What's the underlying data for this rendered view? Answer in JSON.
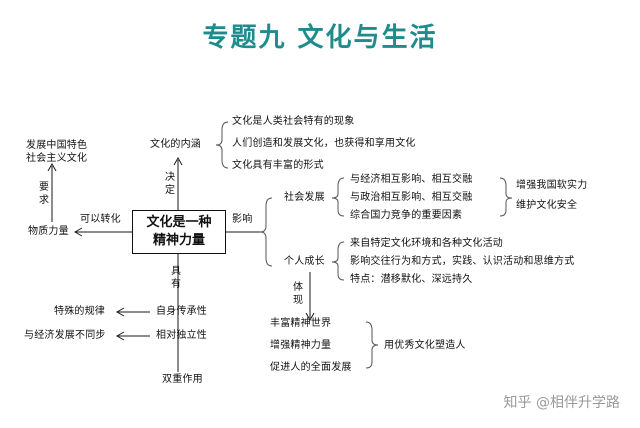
{
  "title": "专题九  文化与生活",
  "core": {
    "line1": "文化是一种",
    "line2": "精神力量"
  },
  "left": {
    "top_line1": "发展中国特色",
    "top_line2": "社会主义文化",
    "yaoqiu": [
      "要",
      "求"
    ],
    "material": "物质力量",
    "transform": "可以转化",
    "special_law": "特殊的规律",
    "async_dev": "与经济发展不同步"
  },
  "upper": {
    "neihan": "文化的内涵",
    "jueding": [
      "决",
      "定"
    ],
    "items": [
      "文化是人类社会特有的现象",
      "人们创造和发展文化，也获得和享用文化",
      "文化具有丰富的形式"
    ]
  },
  "influence": "影响",
  "society": {
    "label": "社会发展",
    "items": [
      "与经济相互影响、相互交融",
      "与政治相互影响、相互交融",
      "综合国力竞争的重要因素"
    ],
    "goals": [
      "增强我国软实力",
      "维护文化安全"
    ]
  },
  "person": {
    "label": "个人成长",
    "items": [
      "来自特定文化环境和各种文化活动",
      "影响交往行为和方式，实践、认识活动和思维方式",
      "特点：潜移默化、深远持久"
    ],
    "tixian": [
      "体",
      "现"
    ]
  },
  "benefits": {
    "items": [
      "丰富精神世界",
      "增强精神力量",
      "促进人的全面发展"
    ],
    "result": "用优秀文化塑造人"
  },
  "bottom": {
    "you": [
      "具",
      "有"
    ],
    "inherit": "自身传承性",
    "independent": "相对独立性",
    "dual": "双重作用"
  },
  "watermark": "知乎 @相伴升学路"
}
